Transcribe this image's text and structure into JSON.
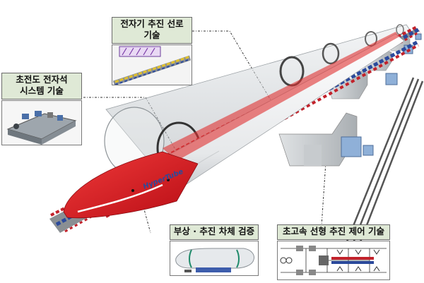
{
  "labels": {
    "em_guideway": {
      "line1": "전자기 추진 선로",
      "line2": "기술"
    },
    "superconducting": {
      "line1": "초전도 전자석",
      "line2": "시스템 기술"
    },
    "levitation": {
      "line1": "부상 · 추진 차체 검증"
    },
    "control": {
      "line1": "초고속 선형 추진 제어 기술"
    }
  },
  "vehicle": {
    "brand": "HyperTube"
  },
  "colors": {
    "label_bg": "#dfe9d6",
    "vehicle_red": "#d8121b",
    "tube_glass": "#cfd3d6",
    "coil_blue": "#2b4a9c",
    "coil_red": "#c2222b"
  }
}
